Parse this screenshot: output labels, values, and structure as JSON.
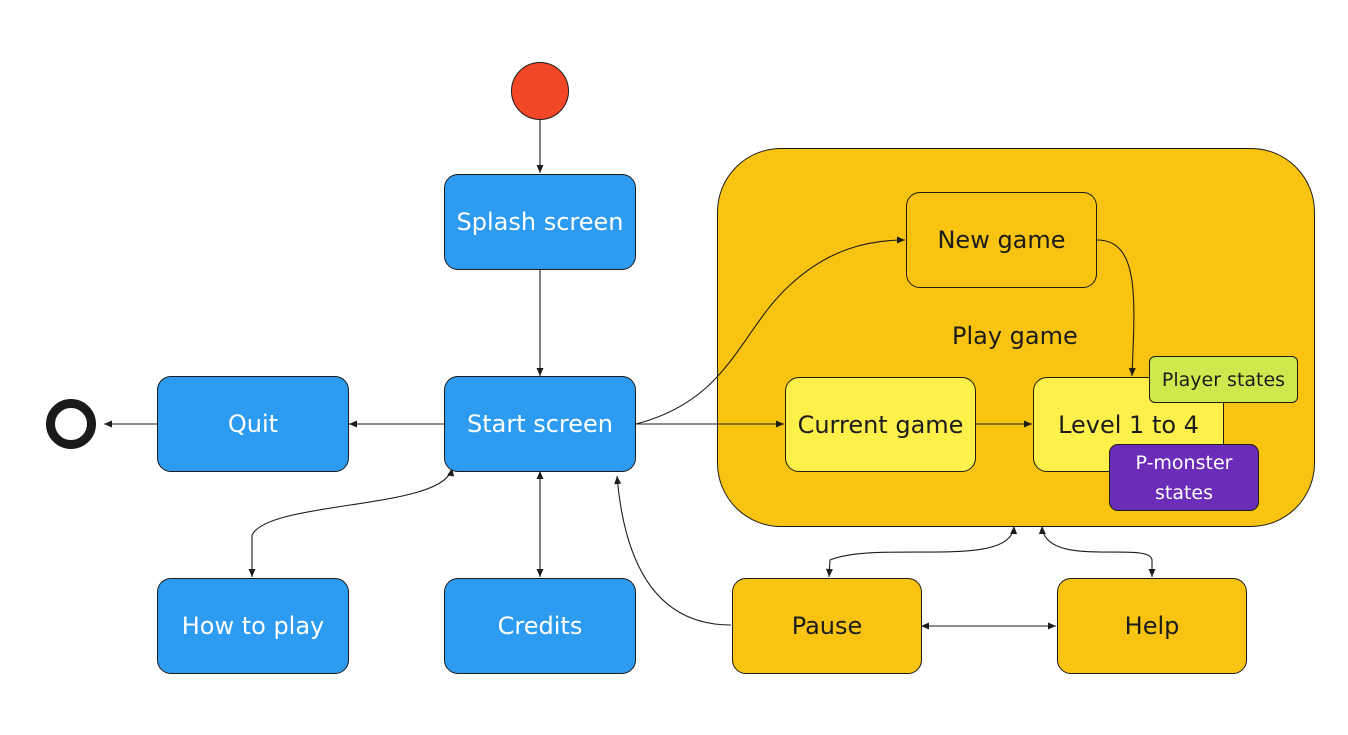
{
  "diagram": {
    "nodes": {
      "splash": "Splash screen",
      "start": "Start screen",
      "quit": "Quit",
      "how_to_play": "How to play",
      "credits": "Credits",
      "pause": "Pause",
      "help": "Help",
      "new_game": "New game",
      "current_game": "Current game",
      "level": "Level 1 to 4",
      "player_states": "Player states",
      "p_monster_states": "P-monster states"
    },
    "group_label": "Play game",
    "colors": {
      "blue_state": "#2d9bf0",
      "amber_state": "#f8c411",
      "current_game": "#fdf04a",
      "player_states": "#cfe84e",
      "p_monster_states": "#6b2cb8",
      "initial_node": "#f24726",
      "final_node": "#1a1a1a"
    },
    "edges": [
      {
        "from": "initial",
        "to": "splash",
        "direction": "forward"
      },
      {
        "from": "splash",
        "to": "start",
        "direction": "forward"
      },
      {
        "from": "start",
        "to": "quit",
        "direction": "forward"
      },
      {
        "from": "quit",
        "to": "final",
        "direction": "forward"
      },
      {
        "from": "start",
        "to": "how_to_play",
        "direction": "both"
      },
      {
        "from": "start",
        "to": "credits",
        "direction": "both"
      },
      {
        "from": "pause",
        "to": "start",
        "direction": "forward"
      },
      {
        "from": "start",
        "to": "new_game",
        "direction": "forward"
      },
      {
        "from": "start",
        "to": "current_game",
        "direction": "forward"
      },
      {
        "from": "current_game",
        "to": "level",
        "direction": "forward"
      },
      {
        "from": "new_game",
        "to": "level",
        "direction": "forward"
      },
      {
        "from": "play_game",
        "to": "pause",
        "direction": "both"
      },
      {
        "from": "play_game",
        "to": "help",
        "direction": "both"
      },
      {
        "from": "pause",
        "to": "help",
        "direction": "both"
      }
    ]
  }
}
